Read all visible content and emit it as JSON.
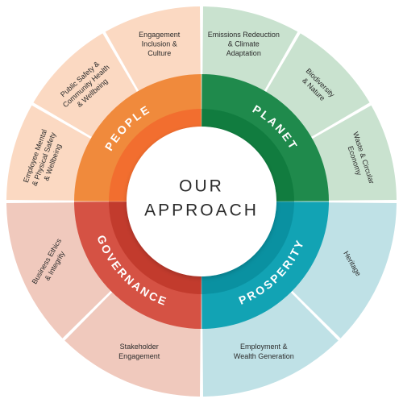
{
  "center": {
    "line1": "OUR",
    "line2": "APPROACH",
    "color": "#2b2b2b"
  },
  "quadrants": [
    {
      "id": "people",
      "pillar": "PEOPLE",
      "pillar_color": "#f08a3c",
      "inner_color": "#f26a2e",
      "outer_color": "#fbd9c2",
      "segments": [
        {
          "lines": [
            "Employee Mental",
            "& Physical Safety",
            "& Wellbeing"
          ]
        },
        {
          "lines": [
            "Public Safety &",
            "Community Health",
            "& Wellbeing"
          ]
        },
        {
          "lines": [
            "Engagement",
            "Inclusion &",
            "Culture"
          ]
        }
      ]
    },
    {
      "id": "planet",
      "pillar": "PLANET",
      "pillar_color": "#1f8a4c",
      "inner_color": "#0f7a3e",
      "outer_color": "#c9e2cf",
      "segments": [
        {
          "lines": [
            "Emissions Redeuction",
            "& Climate",
            "Adaptation"
          ]
        },
        {
          "lines": [
            "Biodiversity",
            "& Nature"
          ]
        },
        {
          "lines": [
            "Waste & Circular",
            "Economy"
          ]
        }
      ]
    },
    {
      "id": "prosperity",
      "pillar": "PROSPERITY",
      "pillar_color": "#12a3b4",
      "inner_color": "#0a8f9e",
      "outer_color": "#bfe1e6",
      "segments": [
        {
          "lines": [
            "Heritage"
          ]
        },
        {
          "lines": [
            "Employment &",
            "Wealth Generation"
          ]
        }
      ]
    },
    {
      "id": "governance",
      "pillar": "GOVERNANCE",
      "pillar_color": "#d55244",
      "inner_color": "#c0392b",
      "outer_color": "#f0c9bd",
      "segments": [
        {
          "lines": [
            "Stakeholder",
            "Engagement"
          ]
        },
        {
          "lines": [
            "Business Ethics",
            "& Integrity"
          ]
        }
      ]
    }
  ]
}
